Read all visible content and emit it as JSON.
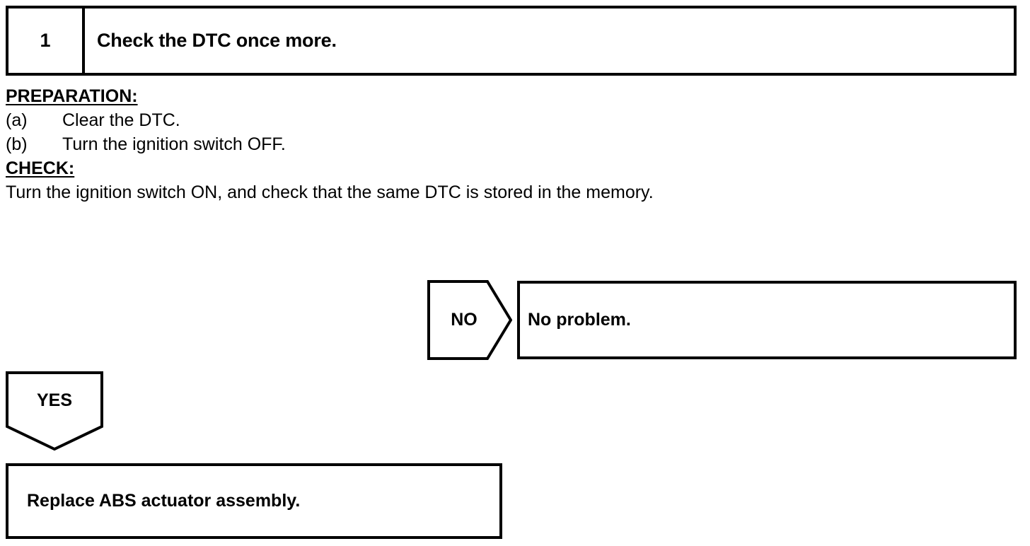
{
  "step": {
    "number": "1",
    "title": "Check the DTC once more."
  },
  "preparation": {
    "heading": "PREPARATION:",
    "items": [
      {
        "label": "(a)",
        "text": "Clear the DTC."
      },
      {
        "label": "(b)",
        "text": "Turn the ignition switch OFF."
      }
    ]
  },
  "check": {
    "heading": "CHECK:",
    "text": "Turn the ignition switch ON, and check that the same DTC is stored in the memory."
  },
  "branches": {
    "no": {
      "label": "NO",
      "result": "No problem."
    },
    "yes": {
      "label": "YES",
      "result": "Replace ABS actuator assembly."
    }
  },
  "colors": {
    "line": "#000000",
    "background": "#ffffff",
    "text": "#000000"
  }
}
